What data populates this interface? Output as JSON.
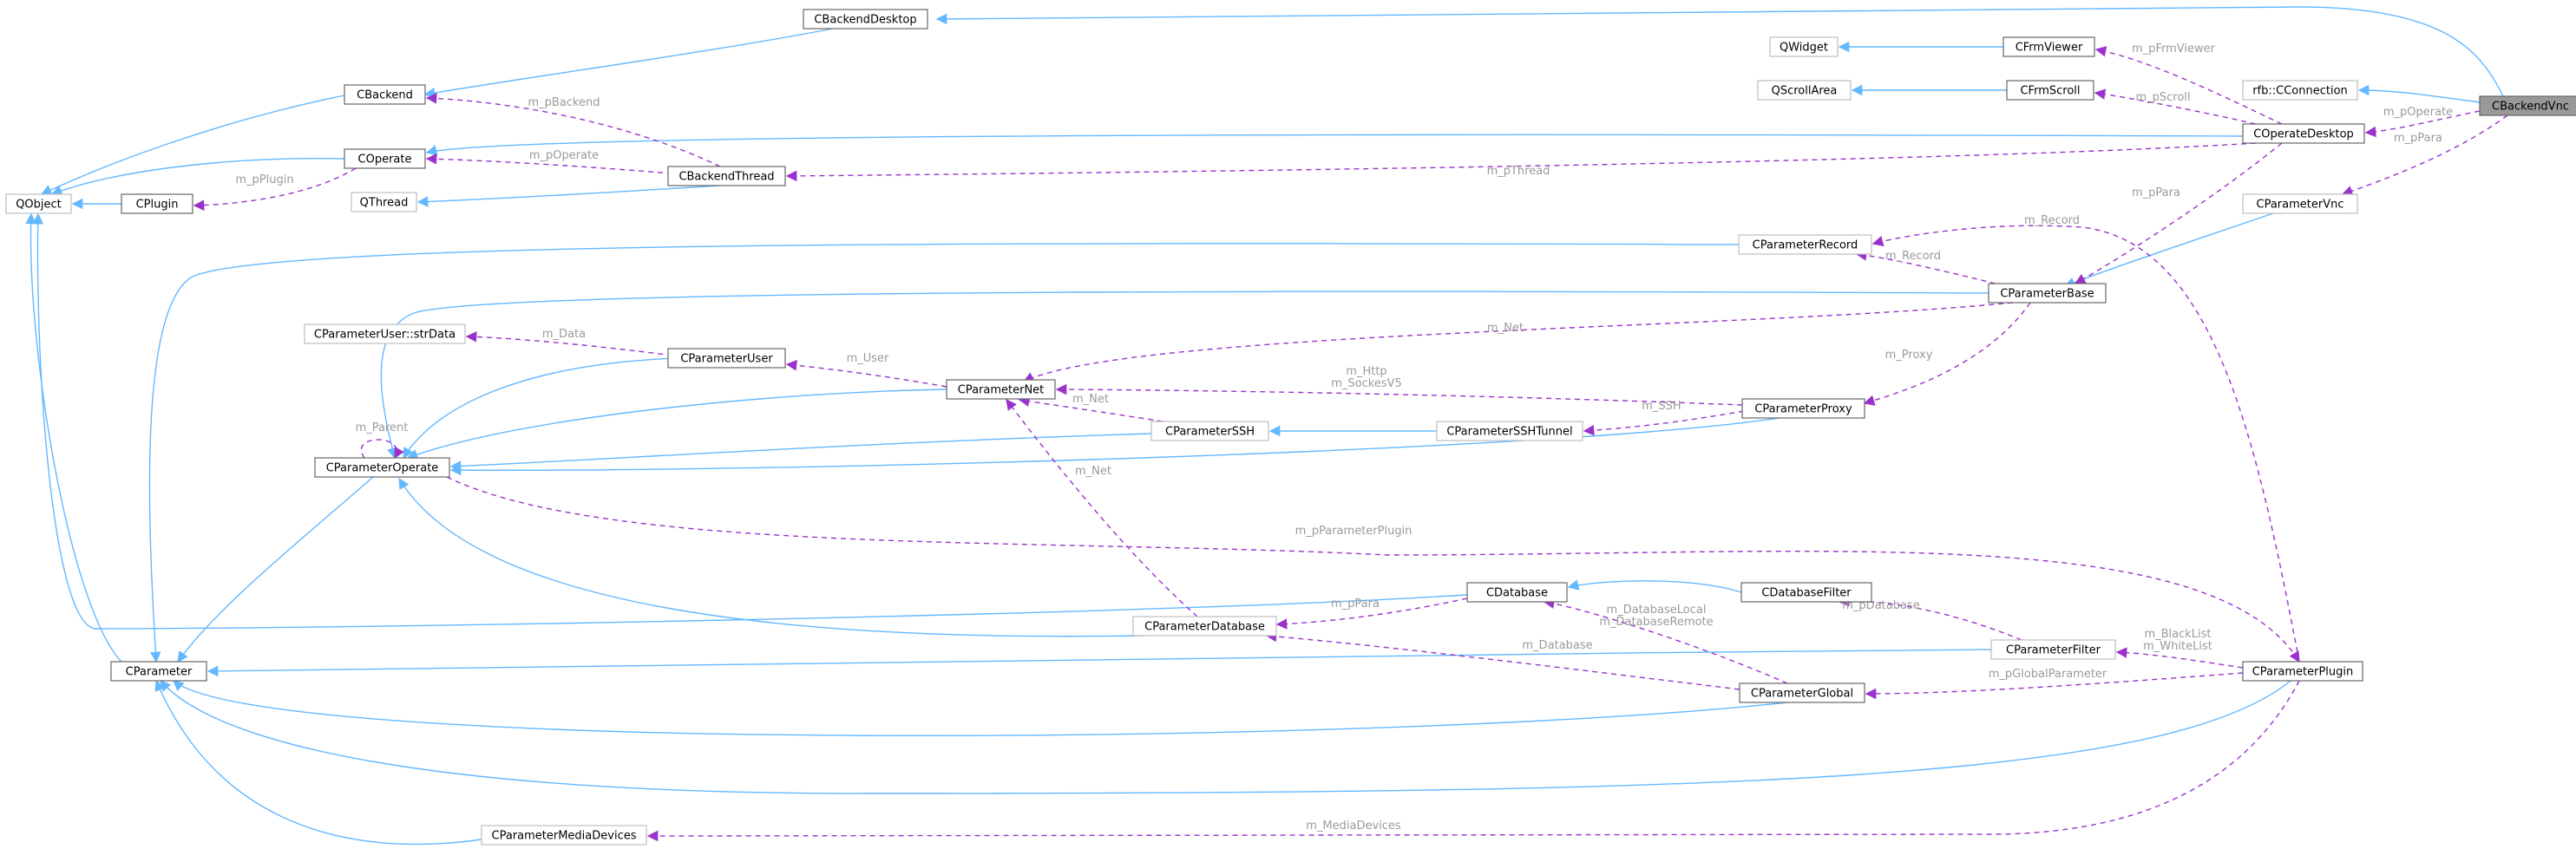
{
  "colors": {
    "inheritance": "#63b8ff",
    "usage": "#9a32cd",
    "label": "#9a9a9a",
    "focus_fill": "#999999"
  },
  "nodes": [
    {
      "id": "CBackendVnc",
      "label": "CBackendVnc",
      "style": "focus"
    },
    {
      "id": "CBackendDesktop",
      "label": "CBackendDesktop",
      "style": "normal"
    },
    {
      "id": "CBackend",
      "label": "CBackend",
      "style": "normal"
    },
    {
      "id": "QObject",
      "label": "QObject",
      "style": "ext"
    },
    {
      "id": "COperate",
      "label": "COperate",
      "style": "normal"
    },
    {
      "id": "CPlugin",
      "label": "CPlugin",
      "style": "normal"
    },
    {
      "id": "CBackendThread",
      "label": "CBackendThread",
      "style": "normal"
    },
    {
      "id": "QThread",
      "label": "QThread",
      "style": "ext"
    },
    {
      "id": "QWidget",
      "label": "QWidget",
      "style": "ext"
    },
    {
      "id": "CFrmViewer",
      "label": "CFrmViewer",
      "style": "normal"
    },
    {
      "id": "QScrollArea",
      "label": "QScrollArea",
      "style": "ext"
    },
    {
      "id": "CFrmScroll",
      "label": "CFrmScroll",
      "style": "normal"
    },
    {
      "id": "rfbCConnection",
      "label": "rfb::CConnection",
      "style": "ext"
    },
    {
      "id": "COperateDesktop",
      "label": "COperateDesktop",
      "style": "normal"
    },
    {
      "id": "CParameterVnc",
      "label": "CParameterVnc",
      "style": "ext"
    },
    {
      "id": "CParameterRecord",
      "label": "CParameterRecord",
      "style": "ext"
    },
    {
      "id": "CParameterBase",
      "label": "CParameterBase",
      "style": "normal"
    },
    {
      "id": "CParameterUserStrData",
      "label": "CParameterUser::strData",
      "style": "ext"
    },
    {
      "id": "CParameterUser",
      "label": "CParameterUser",
      "style": "normal"
    },
    {
      "id": "CParameterNet",
      "label": "CParameterNet",
      "style": "normal"
    },
    {
      "id": "CParameterOperate",
      "label": "CParameterOperate",
      "style": "normal"
    },
    {
      "id": "CParameterSSH",
      "label": "CParameterSSH",
      "style": "ext"
    },
    {
      "id": "CParameterSSHTunnel",
      "label": "CParameterSSHTunnel",
      "style": "ext"
    },
    {
      "id": "CParameterProxy",
      "label": "CParameterProxy",
      "style": "normal"
    },
    {
      "id": "CDatabase",
      "label": "CDatabase",
      "style": "normal"
    },
    {
      "id": "CDatabaseFilter",
      "label": "CDatabaseFilter",
      "style": "normal"
    },
    {
      "id": "CParameterDatabase",
      "label": "CParameterDatabase",
      "style": "ext"
    },
    {
      "id": "CParameter",
      "label": "CParameter",
      "style": "normal"
    },
    {
      "id": "CParameterFilter",
      "label": "CParameterFilter",
      "style": "ext"
    },
    {
      "id": "CParameterGlobal",
      "label": "CParameterGlobal",
      "style": "normal"
    },
    {
      "id": "CParameterPlugin",
      "label": "CParameterPlugin",
      "style": "normal"
    },
    {
      "id": "CParameterMediaDevices",
      "label": "CParameterMediaDevices",
      "style": "ext"
    }
  ],
  "edges": [
    {
      "from": "CBackendVnc",
      "to": "CBackendDesktop",
      "kind": "inherit"
    },
    {
      "from": "CBackendDesktop",
      "to": "CBackend",
      "kind": "inherit"
    },
    {
      "from": "CBackend",
      "to": "QObject",
      "kind": "inherit"
    },
    {
      "from": "COperate",
      "to": "QObject",
      "kind": "inherit"
    },
    {
      "from": "CPlugin",
      "to": "QObject",
      "kind": "inherit"
    },
    {
      "from": "CParameter",
      "to": "QObject",
      "kind": "inherit"
    },
    {
      "from": "CDatabase",
      "to": "QObject",
      "kind": "inherit"
    },
    {
      "from": "CBackendThread",
      "to": "QThread",
      "kind": "inherit"
    },
    {
      "from": "CFrmViewer",
      "to": "QWidget",
      "kind": "inherit"
    },
    {
      "from": "CFrmScroll",
      "to": "QScrollArea",
      "kind": "inherit"
    },
    {
      "from": "CBackendVnc",
      "to": "rfbCConnection",
      "kind": "inherit"
    },
    {
      "from": "COperateDesktop",
      "to": "COperate",
      "kind": "inherit"
    },
    {
      "from": "CParameterVnc",
      "to": "CParameterBase",
      "kind": "inherit"
    },
    {
      "from": "CParameterBase",
      "to": "CParameterOperate",
      "kind": "inherit"
    },
    {
      "from": "CParameterUser",
      "to": "CParameterOperate",
      "kind": "inherit"
    },
    {
      "from": "CParameterNet",
      "to": "CParameterOperate",
      "kind": "inherit"
    },
    {
      "from": "CParameterSSH",
      "to": "CParameterOperate",
      "kind": "inherit"
    },
    {
      "from": "CParameterProxy",
      "to": "CParameterOperate",
      "kind": "inherit"
    },
    {
      "from": "CParameterDatabase",
      "to": "CParameterOperate",
      "kind": "inherit"
    },
    {
      "from": "CParameterOperate",
      "to": "CParameter",
      "kind": "inherit"
    },
    {
      "from": "CParameterRecord",
      "to": "CParameter",
      "kind": "inherit"
    },
    {
      "from": "CParameterFilter",
      "to": "CParameter",
      "kind": "inherit"
    },
    {
      "from": "CParameterGlobal",
      "to": "CParameter",
      "kind": "inherit"
    },
    {
      "from": "CParameterPlugin",
      "to": "CParameter",
      "kind": "inherit"
    },
    {
      "from": "CParameterMediaDevices",
      "to": "CParameter",
      "kind": "inherit"
    },
    {
      "from": "CParameterSSHTunnel",
      "to": "CParameterSSH",
      "kind": "inherit"
    },
    {
      "from": "CDatabaseFilter",
      "to": "CDatabase",
      "kind": "inherit"
    },
    {
      "from": "CBackendThread",
      "to": "CBackend",
      "kind": "use",
      "label": "m_pBackend"
    },
    {
      "from": "CBackendThread",
      "to": "COperate",
      "kind": "use",
      "label": "m_pOperate"
    },
    {
      "from": "COperate",
      "to": "CPlugin",
      "kind": "use",
      "label": "m_pPlugin"
    },
    {
      "from": "COperateDesktop",
      "to": "CBackendThread",
      "kind": "use",
      "label": "m_pThread"
    },
    {
      "from": "COperateDesktop",
      "to": "CFrmViewer",
      "kind": "use",
      "label": "m_pFrmViewer"
    },
    {
      "from": "COperateDesktop",
      "to": "CFrmScroll",
      "kind": "use",
      "label": "m_pScroll"
    },
    {
      "from": "CBackendVnc",
      "to": "COperateDesktop",
      "kind": "use",
      "label": "m_pOperate"
    },
    {
      "from": "CBackendVnc",
      "to": "CParameterVnc",
      "kind": "use",
      "label": "m_pPara"
    },
    {
      "from": "COperateDesktop",
      "to": "CParameterBase",
      "kind": "use",
      "label": "m_pPara"
    },
    {
      "from": "CParameterPlugin",
      "to": "CParameterRecord",
      "kind": "use",
      "label": "m_Record"
    },
    {
      "from": "CParameterBase",
      "to": "CParameterRecord",
      "kind": "use",
      "label": "m_Record"
    },
    {
      "from": "CParameterBase",
      "to": "CParameterNet",
      "kind": "use",
      "label": "m_Net"
    },
    {
      "from": "CParameterBase",
      "to": "CParameterProxy",
      "kind": "use",
      "label": "m_Proxy"
    },
    {
      "from": "CParameterUser",
      "to": "CParameterUserStrData",
      "kind": "use",
      "label": "m_Data"
    },
    {
      "from": "CParameterNet",
      "to": "CParameterUser",
      "kind": "use",
      "label": "m_User"
    },
    {
      "from": "CParameterProxy",
      "to": "CParameterNet",
      "kind": "use",
      "label": "m_Http\nm_SockesV5"
    },
    {
      "from": "CParameterProxy",
      "to": "CParameterSSHTunnel",
      "kind": "use",
      "label": "m_SSH"
    },
    {
      "from": "CParameterSSH",
      "to": "CParameterNet",
      "kind": "use",
      "label": "m_Net"
    },
    {
      "from": "CParameterDatabase",
      "to": "CParameterNet",
      "kind": "use",
      "label": "m_Net"
    },
    {
      "from": "CParameterOperate",
      "to": "CParameterOperate",
      "kind": "use",
      "label": "m_Parent"
    },
    {
      "from": "CParameterOperate",
      "to": "CParameterPlugin",
      "kind": "use",
      "label": "m_pParameterPlugin"
    },
    {
      "from": "CDatabase",
      "to": "CParameterDatabase",
      "kind": "use",
      "label": "m_pPara"
    },
    {
      "from": "CParameterFilter",
      "to": "CDatabaseFilter",
      "kind": "use",
      "label": "m_pDatabase"
    },
    {
      "from": "CParameterGlobal",
      "to": "CDatabase",
      "kind": "use",
      "label": "m_DatabaseLocal\nm_DatabaseRemote"
    },
    {
      "from": "CParameterGlobal",
      "to": "CParameterDatabase",
      "kind": "use",
      "label": "m_Database"
    },
    {
      "from": "CParameterPlugin",
      "to": "CParameterFilter",
      "kind": "use",
      "label": "m_BlackList\nm_WhiteList"
    },
    {
      "from": "CParameterPlugin",
      "to": "CParameterGlobal",
      "kind": "use",
      "label": "m_pGlobalParameter"
    },
    {
      "from": "CParameterPlugin",
      "to": "CParameterMediaDevices",
      "kind": "use",
      "label": "m_MediaDevices"
    }
  ]
}
